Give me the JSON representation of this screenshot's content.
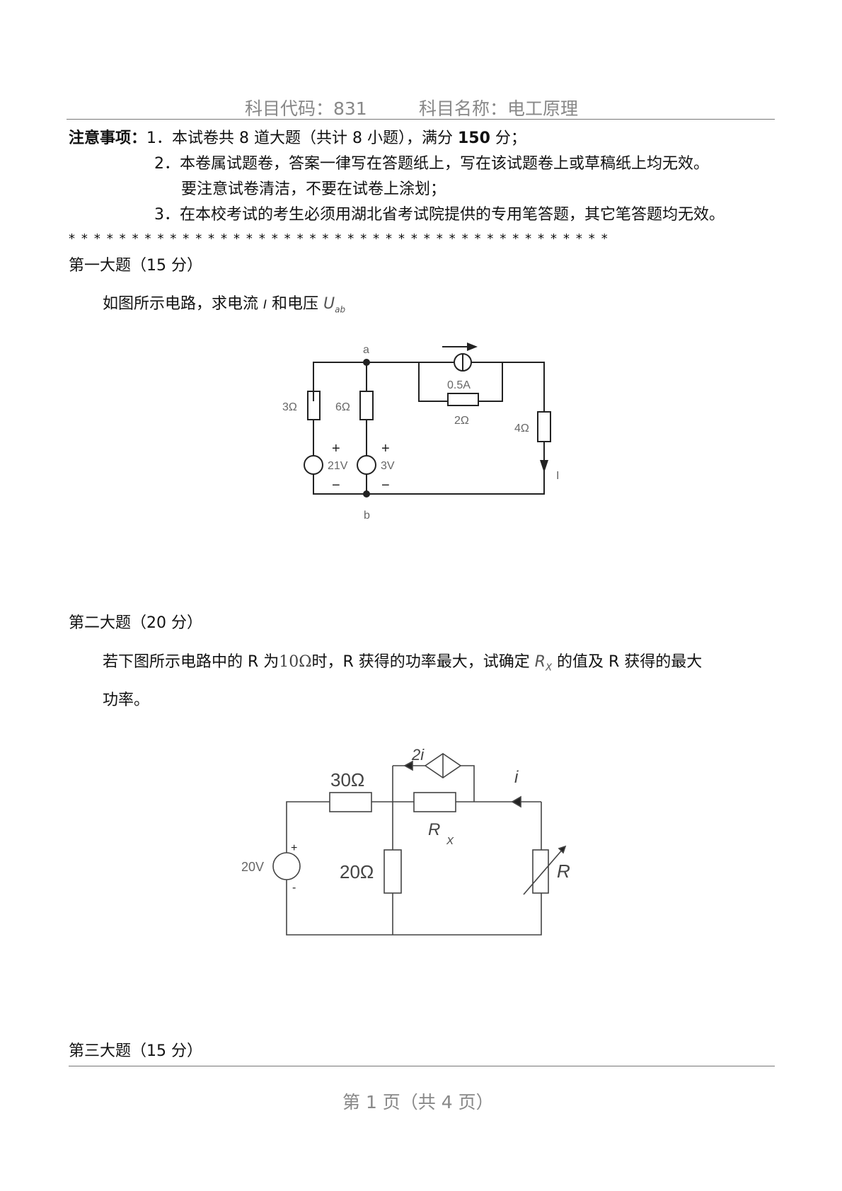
{
  "header": {
    "subject_code": "科目代码：831",
    "subject_name": "科目名称：电工原理"
  },
  "notes": {
    "label": "注意事项：",
    "item1_a": "1．本试卷共 8 道大题（共计 8 小题），满分 ",
    "item1_score": "150",
    "item1_b": " 分；",
    "item2_a": "2．本卷属试题卷，答案一律写在答题纸上，写在该试题卷上或草稿纸上均无效。",
    "item2_b": "要注意试卷清洁，不要在试卷上涂划；",
    "item3": "3．在本校考试的考生必须用湖北省考试院提供的专用笔答题，其它笔答题均无效。"
  },
  "separator": "* * * * * * * * * * * * * * * * * * * * * * * * * * * * * * * * * * * * * * * * * * *",
  "q1": {
    "title": "第一大题（15 分）",
    "text_a": "如图所示电路，求电流 ",
    "var_i": "I",
    "text_b": " 和电压 ",
    "var_u": "U",
    "sub_u": "ab",
    "circuit": {
      "node_a": "a",
      "node_b": "b",
      "r1": "3Ω",
      "r2": "6Ω",
      "r3": "2Ω",
      "r4": "4Ω",
      "is": "0.5A",
      "v1": "21V",
      "v2": "3V",
      "plus": "+",
      "minus": "−",
      "current": "I"
    }
  },
  "q2": {
    "title": "第二大题（20 分）",
    "text_a": "若下图所示电路中的 R 为",
    "val": "10Ω",
    "text_b": "时，R  获得的功率最大，试确定 ",
    "var_r": "R",
    "sub_r": "X",
    "text_c": " 的值及 R 获得的最大",
    "text_d": "功率。",
    "circuit": {
      "r30": "30Ω",
      "r20": "20Ω",
      "rx": "R",
      "rx_sub": "X",
      "r": "R",
      "src": "20V",
      "dep": "2i",
      "i": "i",
      "plus": "+",
      "minus": "-"
    }
  },
  "q3": {
    "title": "第三大题（15 分）"
  },
  "footer": {
    "page": "第 1 页（共 4 页）"
  }
}
